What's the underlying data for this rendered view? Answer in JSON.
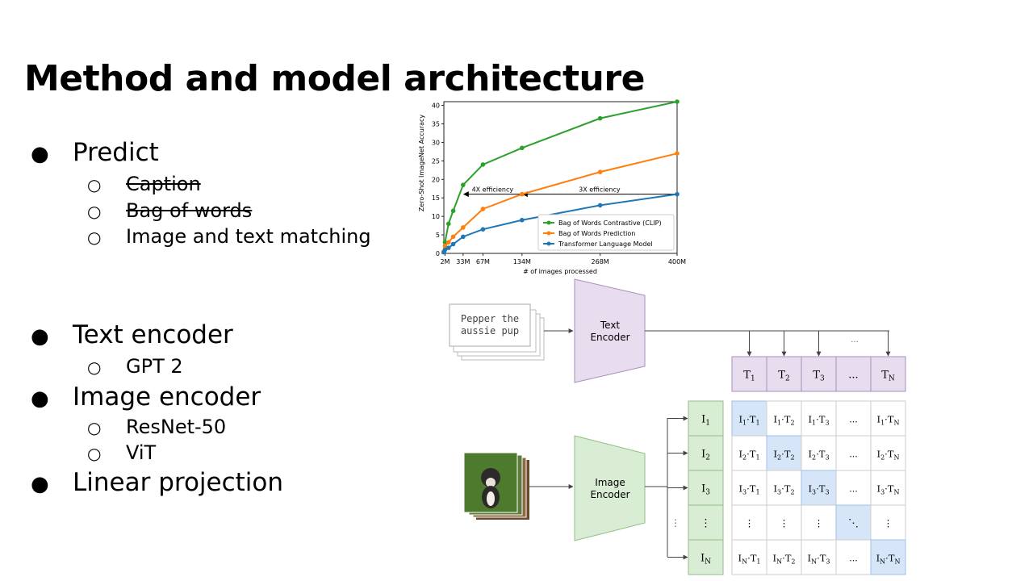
{
  "title": "Method and model architecture",
  "bullets": {
    "predict": "Predict",
    "caption": "Caption",
    "bag_of_words": "Bag of words",
    "image_text_matching": "Image and text matching",
    "text_encoder": "Text encoder",
    "gpt2": "GPT 2",
    "image_encoder": "Image encoder",
    "resnet": "ResNet-50",
    "vit": "ViT",
    "linear_projection": "Linear projection"
  },
  "chart_data": {
    "type": "line",
    "xlabel": "# of images processed",
    "ylabel": "Zero-Shot ImageNet Accuracy",
    "ylim": [
      0,
      41
    ],
    "yticks": [
      "0",
      "5",
      "10",
      "15",
      "20",
      "25",
      "30",
      "35",
      "40"
    ],
    "xticks": [
      {
        "value": 2,
        "label": "2M"
      },
      {
        "value": 33,
        "label": "33M"
      },
      {
        "value": 67,
        "label": "67M"
      },
      {
        "value": 134,
        "label": "134M"
      },
      {
        "value": 268,
        "label": "268M"
      },
      {
        "value": 400,
        "label": "400M"
      }
    ],
    "xlim": [
      0,
      400
    ],
    "grid": false,
    "legend_position": "lower-right",
    "series": [
      {
        "name": "Bag of Words Contrastive (CLIP)",
        "color": "#2ca02c",
        "x": [
          0,
          2,
          8,
          16,
          33,
          67,
          134,
          268,
          400
        ],
        "y": [
          0.5,
          3,
          8,
          11.5,
          18.5,
          24,
          28.5,
          36.5,
          41
        ]
      },
      {
        "name": "Bag of Words Prediction",
        "color": "#ff7f0e",
        "x": [
          0,
          2,
          8,
          16,
          33,
          67,
          134,
          268,
          400
        ],
        "y": [
          0.5,
          2,
          3,
          4.5,
          7,
          12,
          16,
          22,
          27
        ]
      },
      {
        "name": "Transformer Language Model",
        "color": "#1f77b4",
        "x": [
          0,
          2,
          8,
          16,
          33,
          67,
          134,
          268,
          400
        ],
        "y": [
          0.3,
          1,
          1.5,
          2.5,
          4.5,
          6.5,
          9,
          13,
          16
        ]
      }
    ],
    "annotations": [
      {
        "text": "4X efficiency",
        "y": 16,
        "x_from": 134,
        "x_to": 33
      },
      {
        "text": "3X efficiency",
        "y": 16,
        "x_from": 400,
        "x_to": 134
      }
    ]
  },
  "diagram": {
    "text_input": [
      "Pepper the",
      "aussie pup"
    ],
    "text_encoder": [
      "Text",
      "Encoder"
    ],
    "image_encoder": [
      "Image",
      "Encoder"
    ],
    "ellipsis": "...",
    "vdots": "⋮",
    "ddots": "⋱",
    "t_tokens": [
      {
        "b": "T",
        "s": "1"
      },
      {
        "b": "T",
        "s": "2"
      },
      {
        "b": "T",
        "s": "3"
      },
      {
        "b": "...",
        "s": ""
      },
      {
        "b": "T",
        "s": "N"
      }
    ],
    "i_tokens": [
      {
        "b": "I",
        "s": "1"
      },
      {
        "b": "I",
        "s": "2"
      },
      {
        "b": "I",
        "s": "3"
      },
      {
        "b": "⋮",
        "s": ""
      },
      {
        "b": "I",
        "s": "N"
      }
    ],
    "colors": {
      "text_encoder_fill": "#e8dcef",
      "text_encoder_stroke": "#a68fba",
      "image_encoder_fill": "#d9ecd4",
      "image_encoder_stroke": "#93bd86",
      "diag_fill": "#d6e6f8",
      "diag_stroke": "#9fc0e6"
    }
  }
}
